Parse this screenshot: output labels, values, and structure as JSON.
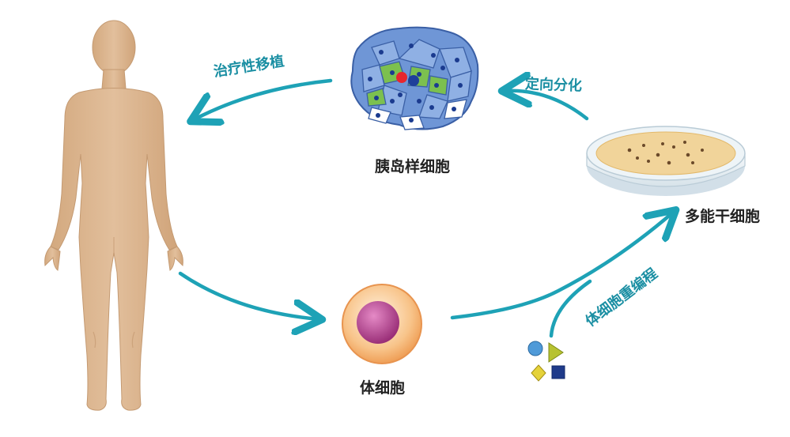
{
  "labels": {
    "islet_cells": "胰岛样细胞",
    "pluripotent_stem_cells": "多能干细胞",
    "somatic_cell": "体细胞"
  },
  "arrows": {
    "therapeutic_transplant": "治疗性移植",
    "directed_differentiation": "定向分化",
    "somatic_reprogramming": "体细胞重编程"
  },
  "colors": {
    "arrow": "#1ea2b6",
    "skin": "#dcb794",
    "skin_shadow": "#c59d78",
    "islet_blue": "#6f96d6",
    "islet_green": "#7cc04f",
    "dish_liquid": "#f1d49a",
    "cell_outer": "#f6b979",
    "cell_nucleus": "#b8408f"
  },
  "icons": [
    "human-body-icon",
    "islet-cell-cluster-icon",
    "petri-dish-icon",
    "somatic-cell-icon",
    "reprogramming-factors-icon"
  ]
}
